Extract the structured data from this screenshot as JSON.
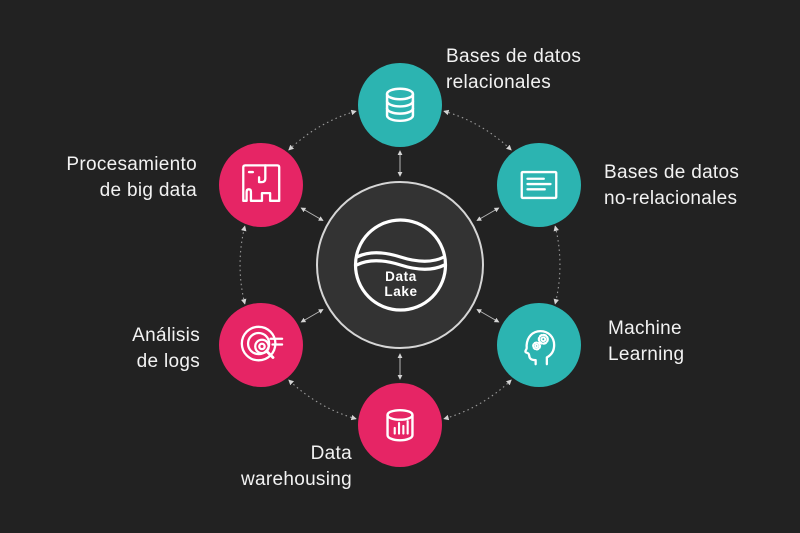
{
  "title": "Data Lake diagram",
  "center": {
    "label": "Data\nLake",
    "icon": "lake-icon",
    "fill_color": "#333333",
    "ring_color": "#d6d6d6"
  },
  "nodes": [
    {
      "id": "relational-databases",
      "label": "Bases de datos\nrelacionales",
      "icon": "database-icon",
      "color": "#2cb4b1",
      "position": "top"
    },
    {
      "id": "non-relational-databases",
      "label": "Bases de datos\nno-relacionales",
      "icon": "document-lines-icon",
      "color": "#2cb4b1",
      "position": "top-right"
    },
    {
      "id": "machine-learning",
      "label": "Machine\nLearning",
      "icon": "head-gears-icon",
      "color": "#2cb4b1",
      "position": "bottom-right"
    },
    {
      "id": "data-warehousing",
      "label": "Data\nwarehousing",
      "icon": "cylinder-barchart-icon",
      "color": "#e62565",
      "position": "bottom"
    },
    {
      "id": "log-analysis",
      "label": "Análisis\nde logs",
      "icon": "target-magnifier-icon",
      "color": "#e62565",
      "position": "bottom-left"
    },
    {
      "id": "big-data-processing",
      "label": "Procesamiento\nde big data",
      "icon": "elephant-icon",
      "color": "#e62565",
      "position": "top-left"
    }
  ],
  "colors": {
    "background": "#222222",
    "teal_accent": "#2cb4b1",
    "pink_accent": "#e62565",
    "text": "#f2f2f2",
    "icon_stroke": "#ffffff",
    "connector": "#9b9b9b"
  }
}
